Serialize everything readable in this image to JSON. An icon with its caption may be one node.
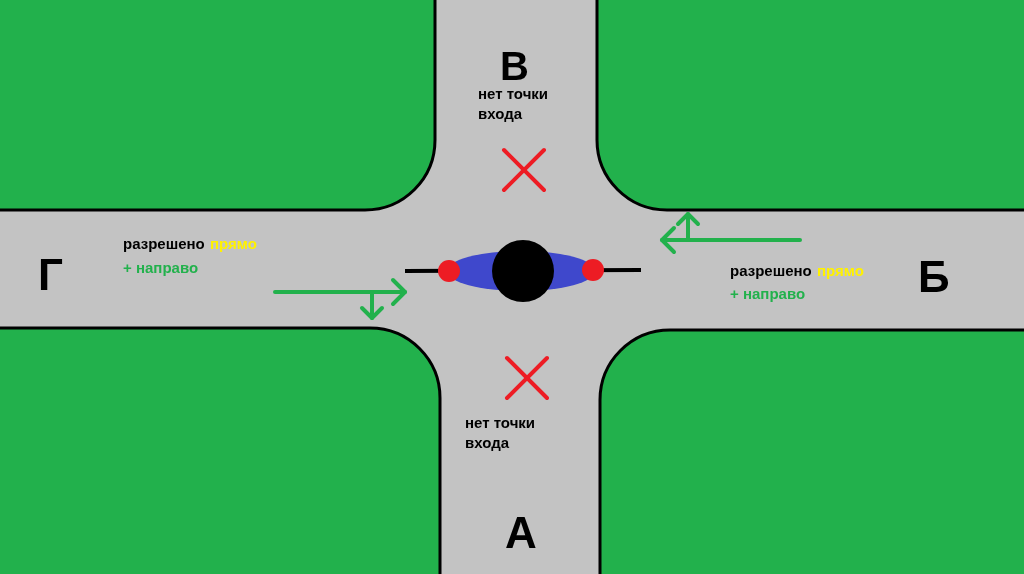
{
  "diagram": {
    "labels": [
      "В",
      "нет точки входа",
      "разрешено",
      "прямо",
      "+ направо",
      "Г",
      "разрешено",
      "прямо",
      "+ направо",
      "Б",
      "нет точки входа",
      "А"
    ]
  }
}
